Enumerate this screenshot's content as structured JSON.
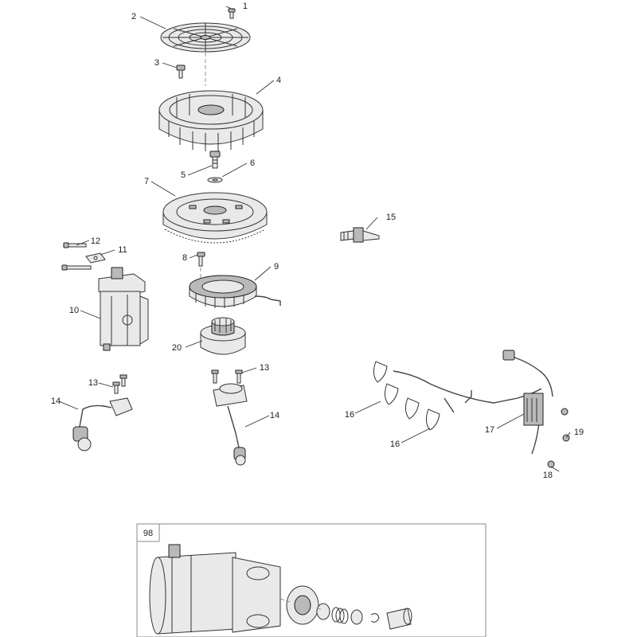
{
  "callouts": {
    "c1": "1",
    "c2": "2",
    "c3": "3",
    "c4": "4",
    "c5": "5",
    "c6": "6",
    "c7": "7",
    "c8": "8",
    "c9": "9",
    "c10": "10",
    "c11": "11",
    "c12": "12",
    "c13a": "13",
    "c13b": "13",
    "c14a": "14",
    "c14b": "14",
    "c15": "15",
    "c16a": "16",
    "c16b": "16",
    "c17": "17",
    "c18": "18",
    "c19": "19",
    "c20": "20"
  },
  "inset": {
    "label": "98"
  }
}
